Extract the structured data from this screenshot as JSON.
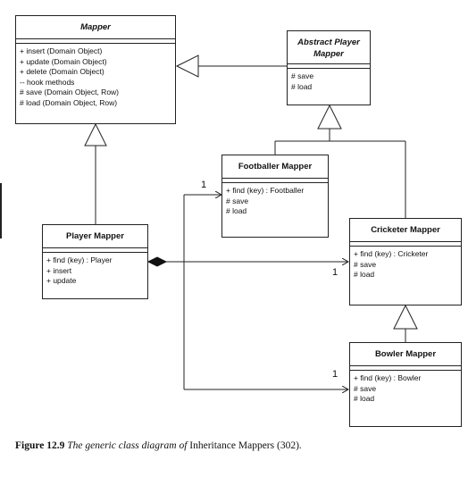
{
  "classes": {
    "mapper": {
      "name": "Mapper",
      "ops": [
        "+ insert (Domain Object)",
        "+ update (Domain Object)",
        "+ delete (Domain Object)",
        "-- hook methods",
        "# save (Domain Object, Row)",
        "# load (Domain Object, Row)"
      ]
    },
    "abstract_player_mapper": {
      "name_line1": "Abstract Player",
      "name_line2": "Mapper",
      "ops": [
        "# save",
        "# load"
      ]
    },
    "footballer_mapper": {
      "name": "Footballer Mapper",
      "ops": [
        "+ find (key) : Footballer",
        "# save",
        "# load"
      ]
    },
    "player_mapper": {
      "name": "Player Mapper",
      "ops": [
        "+ find (key) : Player",
        "+ insert",
        "+ update"
      ]
    },
    "cricketer_mapper": {
      "name": "Cricketer Mapper",
      "ops": [
        "+ find (key) : Cricketer",
        "# save",
        "# load"
      ]
    },
    "bowler_mapper": {
      "name": "Bowler Mapper",
      "ops": [
        "+ find (key) : Bowler",
        "# save",
        "# load"
      ]
    }
  },
  "multiplicities": {
    "footballer": "1",
    "cricketer": "1",
    "bowler": "1"
  },
  "caption": {
    "label": "Figure 12.9",
    "text_italic": "The generic class diagram of",
    "text_normal": "Inheritance Mappers (302)."
  }
}
